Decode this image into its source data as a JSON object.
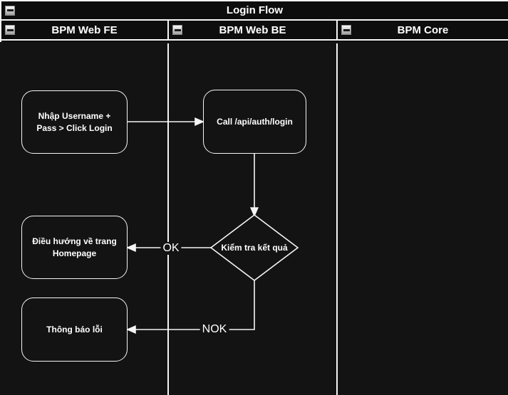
{
  "diagram": {
    "title": "Login Flow",
    "lanes": [
      {
        "label": "BPM Web FE"
      },
      {
        "label": "BPM Web BE"
      },
      {
        "label": "BPM Core"
      }
    ],
    "nodes": [
      {
        "id": "nhap-username",
        "shape": "rounded-rectangle",
        "lane": "BPM Web FE",
        "label": "Nhập Username + Pass > Click Login"
      },
      {
        "id": "call-api-login",
        "shape": "rounded-rectangle",
        "lane": "BPM Web BE",
        "label": "Call /api/auth/login"
      },
      {
        "id": "kiem-tra-ket-qua",
        "shape": "decision-diamond",
        "lane": "BPM Web BE",
        "label": "Kiểm tra kết quả"
      },
      {
        "id": "dieu-huong-homepage",
        "shape": "rounded-rectangle",
        "lane": "BPM Web FE",
        "label": "Điều hướng về trang Homepage"
      },
      {
        "id": "thong-bao-loi",
        "shape": "rounded-rectangle",
        "lane": "BPM Web FE",
        "label": "Thông báo lỗi"
      }
    ],
    "edges": [
      {
        "from": "nhap-username",
        "to": "call-api-login",
        "label": ""
      },
      {
        "from": "call-api-login",
        "to": "kiem-tra-ket-qua",
        "label": ""
      },
      {
        "from": "kiem-tra-ket-qua",
        "to": "dieu-huong-homepage",
        "label": "OK"
      },
      {
        "from": "kiem-tra-ket-qua",
        "to": "thong-bao-loi",
        "label": "NOK"
      }
    ],
    "icons": {
      "collapse": "collapse-minus"
    }
  },
  "colors": {
    "background": "#131313",
    "header_background": "#0d0d0d",
    "line": "#f5f5f5",
    "text": "#ffffff",
    "collapse_button_top": "#fbfbfb",
    "collapse_button_bottom": "#9d9d9d"
  }
}
